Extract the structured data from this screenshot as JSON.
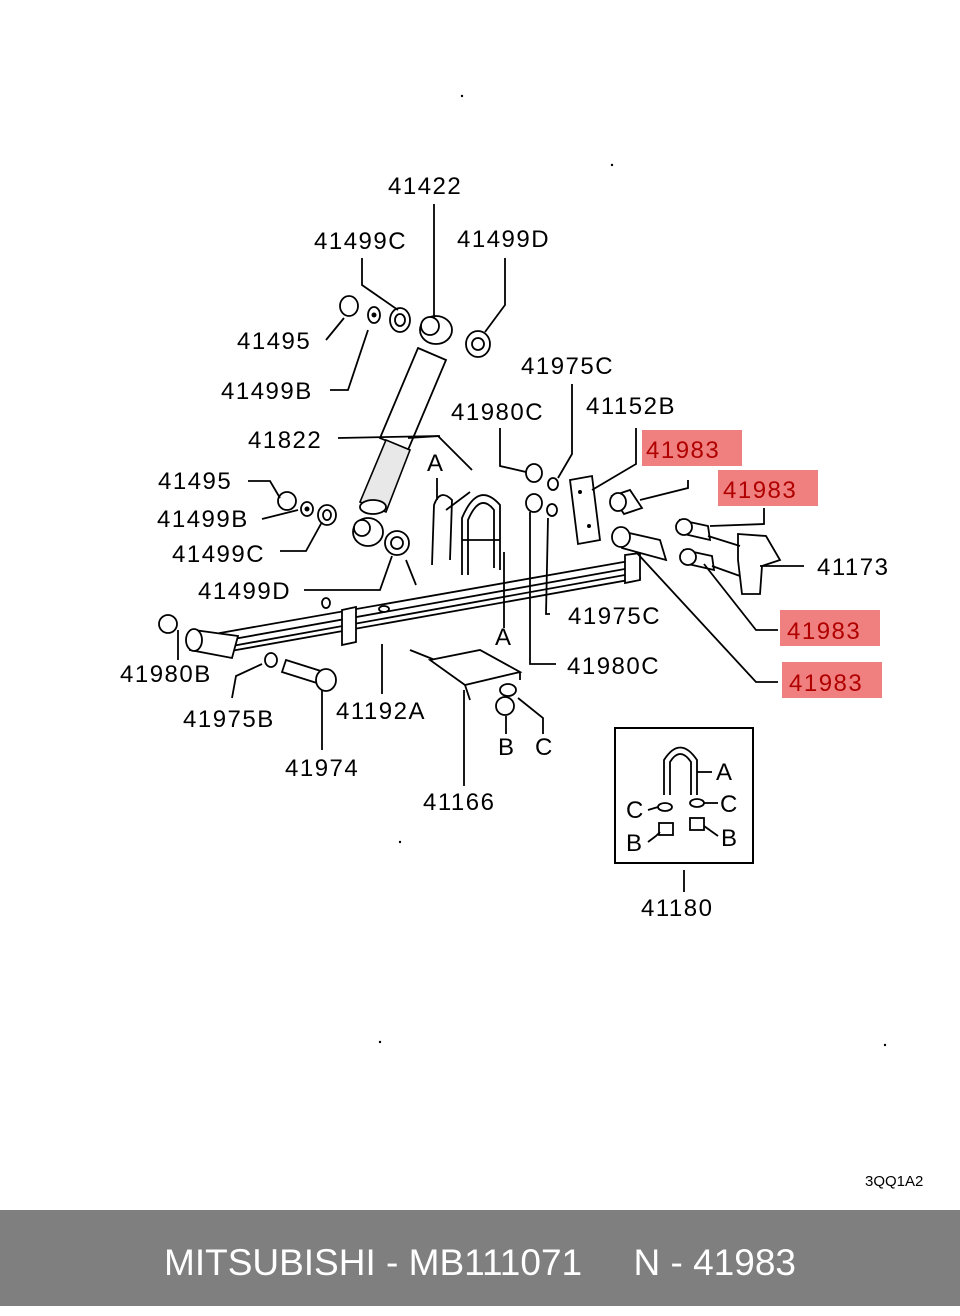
{
  "labels": {
    "l41422": "41422",
    "l41499c_top": "41499C",
    "l41499d_top": "41499D",
    "l41495_top": "41495",
    "l41499b_top": "41499B",
    "l41975c_top": "41975C",
    "l41980c_top": "41980C",
    "l41152b": "41152B",
    "l41822": "41822",
    "l41495_mid": "41495",
    "l41499b_mid": "41499B",
    "l41499c_mid": "41499C",
    "l41499d_mid": "41499D",
    "l41173": "41173",
    "l41975c_mid": "41975C",
    "l41980c_mid": "41980C",
    "l41980b": "41980B",
    "l41975b": "41975B",
    "l41192a": "41192A",
    "l41974": "41974",
    "l41166": "41166",
    "l41180": "41180",
    "a_top": "A",
    "a_bottom": "A",
    "b_bottom": "B",
    "c_bottom": "C",
    "box_a": "A",
    "box_b_left": "B",
    "box_b_right": "B",
    "box_c_left": "C",
    "box_c_right": "C",
    "figure_code": "3QQ1A2"
  },
  "highlighted": {
    "h1": "41983",
    "h2": "41983",
    "h3": "41983",
    "h4": "41983",
    "color": "#f08080"
  },
  "footer": {
    "text": "MITSUBISHI - MB111071     N - 41983",
    "background": "#7f7f7f"
  }
}
